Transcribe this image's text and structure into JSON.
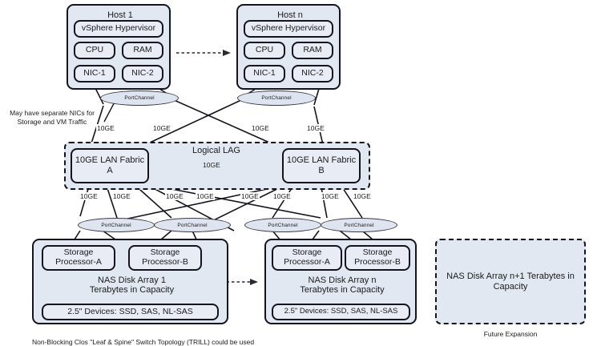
{
  "diagram": {
    "title_caption": "Non-Blocking Clos \"Leaf & Spine\" Switch Topology (TRILL) could be used",
    "note_left": "May have separate NICs for\nStorage and VM Traffic",
    "future_expansion_caption": "Future Expansion",
    "colors": {
      "fill": "#e2e8f2",
      "stroke": "#14141e",
      "portchannel_fill": "#dfe5f0",
      "background": "#ffffff"
    }
  },
  "hosts": [
    {
      "name": "host-1",
      "title": "Host 1",
      "hypervisor": "vSphere Hypervisor",
      "cpu": "CPU",
      "ram": "RAM",
      "nic1": "NIC-1",
      "nic2": "NIC-2",
      "portchannel": "PortChannel"
    },
    {
      "name": "host-n",
      "title": "Host n",
      "hypervisor": "vSphere Hypervisor",
      "cpu": "CPU",
      "ram": "RAM",
      "nic1": "NIC-1",
      "nic2": "NIC-2",
      "portchannel": "PortChannel"
    }
  ],
  "fabric": {
    "lag_label": "Logical LAG",
    "interconnect_label": "10GE",
    "a": "10GE LAN Fabric\nA",
    "b": "10GE LAN Fabric\nB"
  },
  "link_labels": {
    "host_to_fabric": [
      "10GE",
      "10GE",
      "10GE",
      "10GE"
    ],
    "fabric_to_storage": [
      "10GE",
      "10GE",
      "10GE",
      "10GE",
      "10GE",
      "10GE",
      "10GE",
      "10GE"
    ]
  },
  "storage_portchannels": [
    "PortChannel",
    "PortChannel",
    "PortChannel",
    "PortChannel"
  ],
  "arrays": [
    {
      "name": "nas-disk-array-1",
      "sp_a": "Storage\nProcessor-A",
      "sp_b": "Storage\nProcessor-B",
      "title": "NAS Disk Array 1\nTerabytes in Capacity",
      "devices": "2.5\" Devices: SSD, SAS, NL-SAS"
    },
    {
      "name": "nas-disk-array-n",
      "sp_a": "Storage\nProcessor-A",
      "sp_b": "Storage\nProcessor-B",
      "title": "NAS Disk Array n\nTerabytes in Capacity",
      "devices": "2.5\" Devices: SSD, SAS, NL-SAS"
    }
  ],
  "future_array": {
    "title": "NAS Disk Array n+1\nTerabytes in Capacity"
  }
}
